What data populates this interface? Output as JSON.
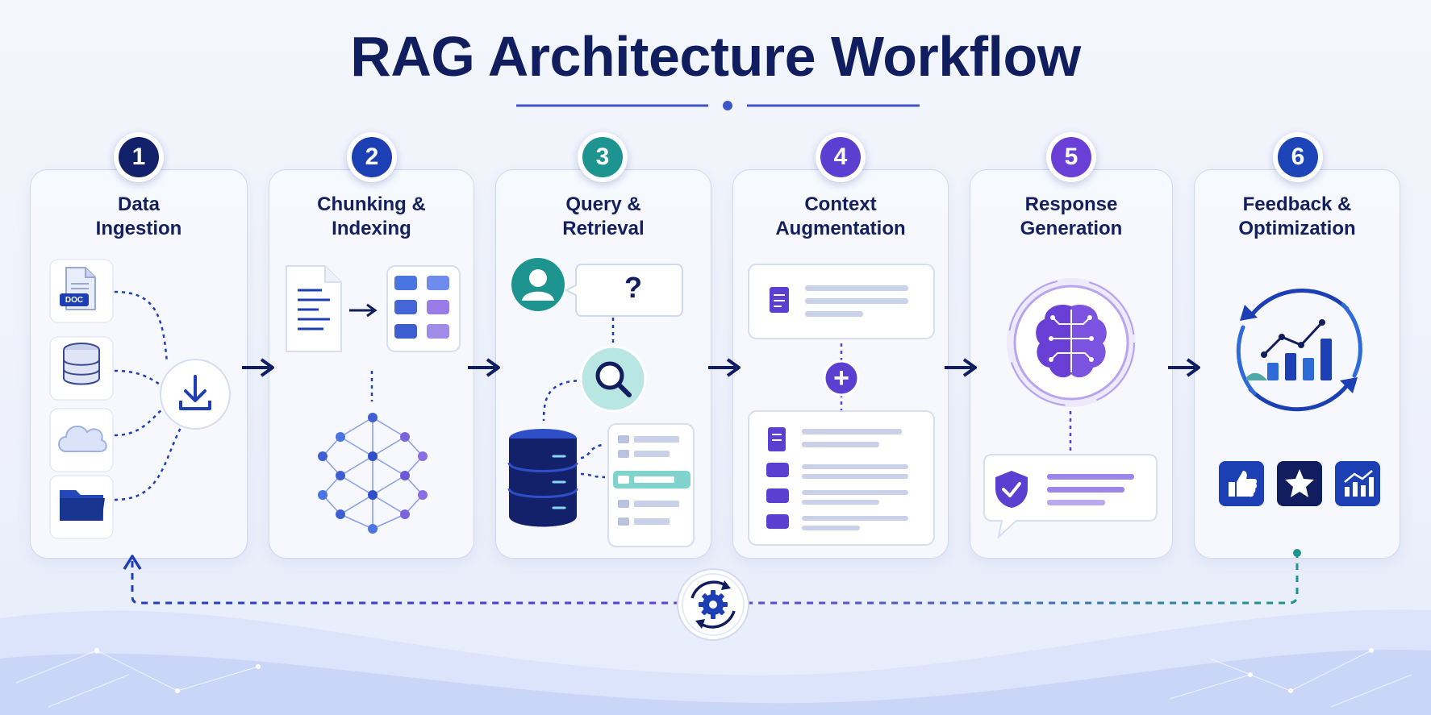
{
  "title": "RAG Architecture Workflow",
  "steps": [
    {
      "number": "1",
      "title_line1": "Data",
      "title_line2": "Ingestion",
      "color": "#13216b"
    },
    {
      "number": "2",
      "title_line1": "Chunking &",
      "title_line2": "Indexing",
      "color": "#1c3fb4"
    },
    {
      "number": "3",
      "title_line1": "Query &",
      "title_line2": "Retrieval",
      "color": "#1d948f"
    },
    {
      "number": "4",
      "title_line1": "Context",
      "title_line2": "Augmentation",
      "color": "#5b3fd0"
    },
    {
      "number": "5",
      "title_line1": "Response",
      "title_line2": "Generation",
      "color": "#6a3fd6"
    },
    {
      "number": "6",
      "title_line1": "Feedback &",
      "title_line2": "Optimization",
      "color": "#1d45b8"
    }
  ],
  "ingestion": {
    "doc_label": "DOC"
  },
  "retrieval": {
    "query_symbol": "?"
  },
  "augmentation": {
    "plus_symbol": "+"
  },
  "icons": {
    "doc": "document-icon",
    "database": "database-icon",
    "cloud": "cloud-icon",
    "folder": "folder-icon",
    "download": "download-icon",
    "user": "user-icon",
    "search": "magnifier-icon",
    "brain": "brain-icon",
    "shield": "shield-check-icon",
    "growth": "growth-chart-icon",
    "like": "thumbs-up-icon",
    "star": "star-icon",
    "gear": "gear-cycle-icon"
  },
  "colors": {
    "navy": "#101d5e",
    "blue": "#1c3fb4",
    "teal": "#1d948f",
    "purple": "#6a3fd6"
  }
}
